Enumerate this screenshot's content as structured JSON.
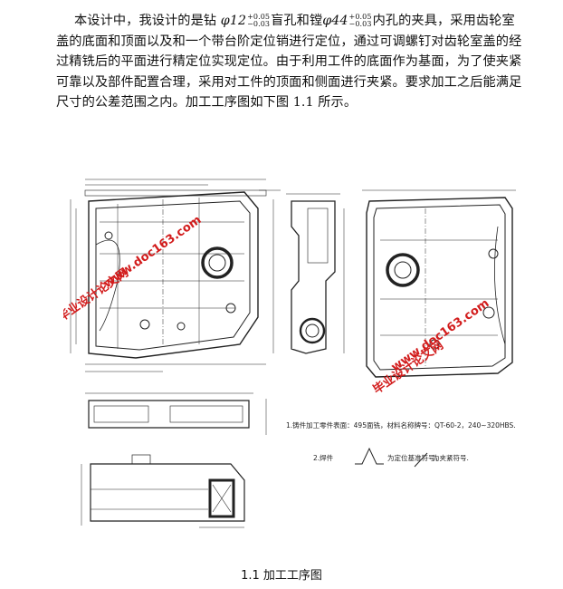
{
  "paragraph": {
    "t1": "本设计中，我设计的是钻 ",
    "phi1": "φ12",
    "tol1_up": "+0.05",
    "tol1_dn": "−0.03",
    "t2": "盲孔和镗",
    "phi2": "φ44",
    "tol2_up": "+0.05",
    "tol2_dn": "−0.03",
    "t3": "内孔的夹具，采用齿轮室盖的底面和顶面以及和一个带台阶定位销进行定位，通过可调螺钉对齿轮室盖的经过精铣后的平面进行精定位实现定位。由于利用工件的底面作为基面，为了使夹紧可靠以及部件配置合理，采用对工件的顶面和侧面进行夹紧。要求加工之后能满足尺寸的公差范围之内。加工工序图如下图 1.1 所示。"
  },
  "drawing": {
    "watermark_cn": "毕业设计论文网",
    "watermark_url": "www.doc163.com",
    "note1": "1.铸件加工零件表面：495面铣，材料名称牌号：QT-60-2，240~320HBS.",
    "note2": "2.焊件",
    "note2_tail": "为定位基准符号，",
    "note2_end": "为夹紧符号."
  },
  "caption": "1.1  加工工序图"
}
